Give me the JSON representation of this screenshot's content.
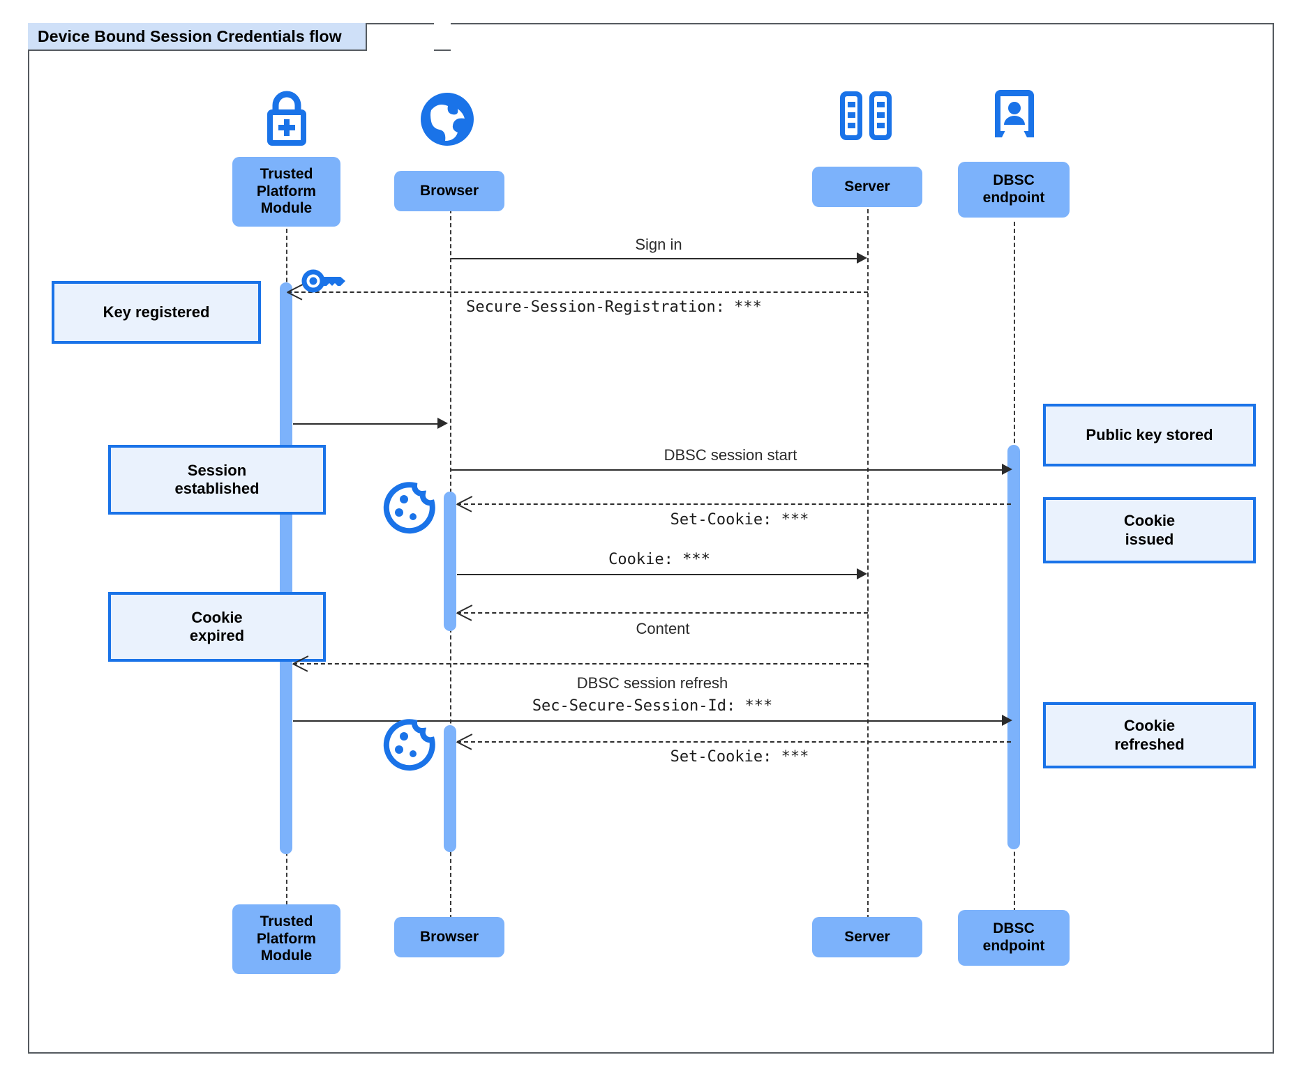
{
  "diagram": {
    "title": "Device Bound Session Credentials flow",
    "type": "sequence-diagram",
    "colors": {
      "participant_fill": "#7cb2fb",
      "note_fill": "#eaf2fd",
      "note_border": "#1a73e8",
      "icon_blue": "#1a73e8",
      "frame_border": "#555a5f",
      "frame_tab_fill": "#cfe0f8",
      "line": "#2b2b2b"
    }
  },
  "participants": [
    {
      "id": "tpm",
      "label": "Trusted\nPlatform\nModule",
      "label_line1": "Trusted",
      "label_line2": "Platform",
      "label_line3": "Module",
      "icon": "lock-plus-icon"
    },
    {
      "id": "browser",
      "label": "Browser",
      "icon": "globe-icon"
    },
    {
      "id": "server",
      "label": "Server",
      "icon": "server-racks-icon"
    },
    {
      "id": "dbsc",
      "label": "DBSC\nendpoint",
      "label_line1": "DBSC",
      "label_line2": "endpoint",
      "icon": "id-badge-icon"
    }
  ],
  "messages": [
    {
      "id": "m1",
      "from": "browser",
      "to": "server",
      "text": "Sign in",
      "style": "solid",
      "font": "sans"
    },
    {
      "id": "m2",
      "from": "server",
      "to": "tpm",
      "text": "Secure-Session-Registration: ***",
      "style": "dashed",
      "font": "mono"
    },
    {
      "id": "m3",
      "from": "tpm",
      "to": "browser",
      "text": "",
      "style": "solid",
      "font": "sans"
    },
    {
      "id": "m4",
      "from": "browser",
      "to": "dbsc",
      "text": "DBSC session start",
      "style": "solid",
      "font": "sans"
    },
    {
      "id": "m5",
      "from": "dbsc",
      "to": "browser",
      "text": "Set-Cookie: ***",
      "style": "dashed",
      "font": "mono"
    },
    {
      "id": "m6",
      "from": "browser",
      "to": "server",
      "text": "Cookie: ***",
      "style": "solid",
      "font": "mono"
    },
    {
      "id": "m7",
      "from": "server",
      "to": "browser",
      "text": "Content",
      "style": "dashed",
      "font": "sans"
    },
    {
      "id": "m8",
      "from": "server",
      "to": "tpm",
      "text": "",
      "style": "dashed",
      "font": "sans"
    },
    {
      "id": "m9",
      "from": "tpm",
      "to": "dbsc",
      "text": "DBSC session refresh",
      "text2": "Sec-Secure-Session-Id: ***",
      "style": "solid",
      "font": "sans"
    },
    {
      "id": "m10",
      "from": "dbsc",
      "to": "browser",
      "text": "Set-Cookie: ***",
      "style": "dashed",
      "font": "mono"
    }
  ],
  "notes": [
    {
      "id": "n1",
      "text": "Key registered",
      "side": "left",
      "line1": "Key registered"
    },
    {
      "id": "n2",
      "text": "Session established",
      "side": "left",
      "line1": "Session",
      "line2": "established"
    },
    {
      "id": "n3",
      "text": "Cookie expired",
      "side": "left",
      "line1": "Cookie",
      "line2": "expired"
    },
    {
      "id": "n4",
      "text": "Public key stored",
      "side": "right",
      "line1": "Public key stored"
    },
    {
      "id": "n5",
      "text": "Cookie issued",
      "side": "right",
      "line1": "Cookie",
      "line2": "issued"
    },
    {
      "id": "n6",
      "text": "Cookie refreshed",
      "side": "right",
      "line1": "Cookie",
      "line2": "refreshed"
    }
  ],
  "inline_icons": [
    {
      "id": "i1",
      "name": "key-icon",
      "near": "tpm"
    },
    {
      "id": "i2",
      "name": "cookie-icon",
      "near": "browser"
    },
    {
      "id": "i3",
      "name": "cookie-icon",
      "near": "browser"
    }
  ]
}
